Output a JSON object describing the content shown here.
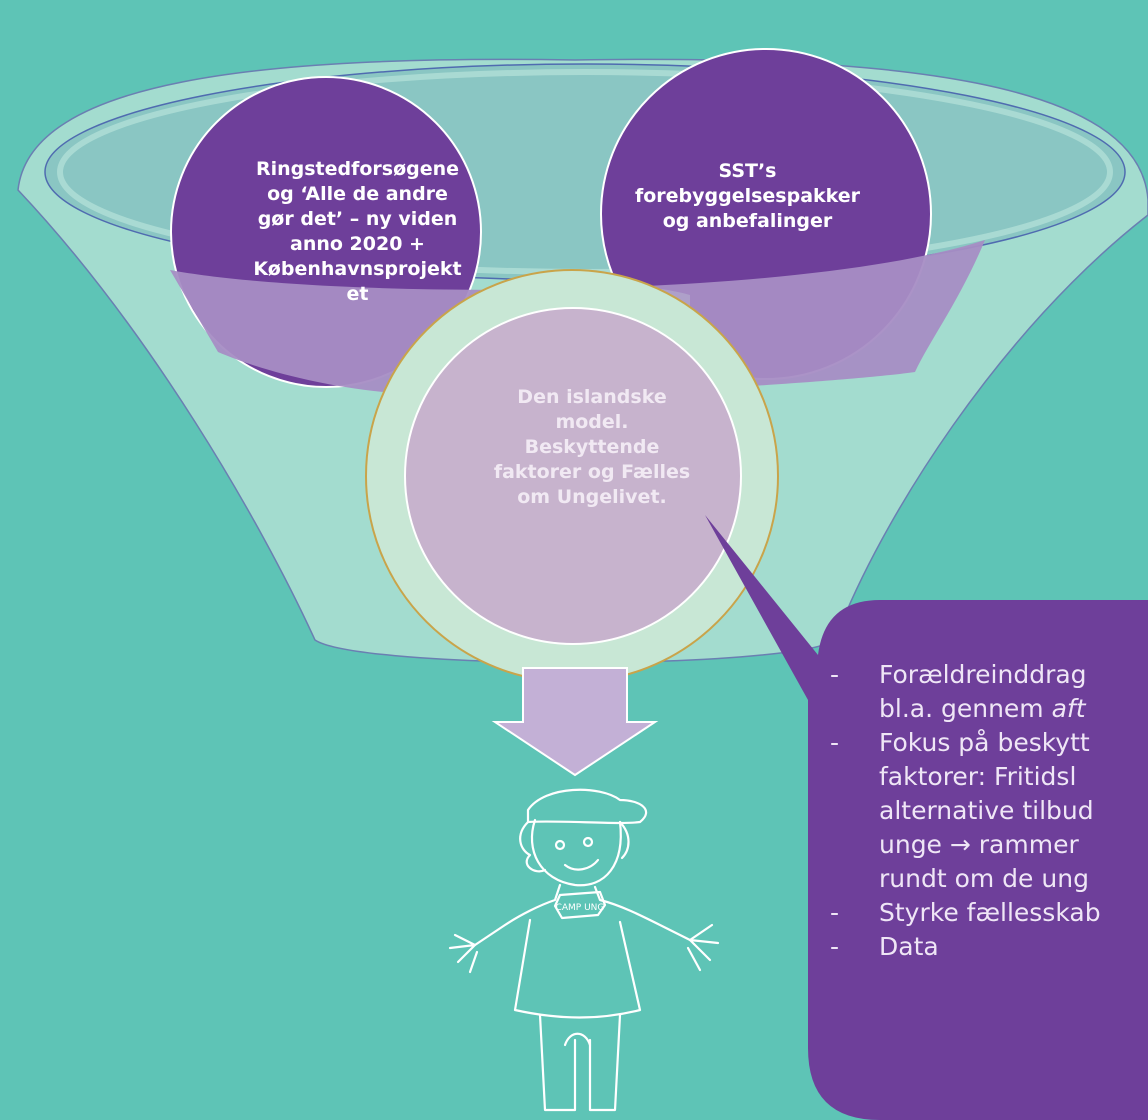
{
  "colors": {
    "background": "#5ec4b6",
    "funnel_rim": "#a3dccf",
    "funnel_inner": "#8ac6c3",
    "purple_dark": "#6e3f9a",
    "purple_light": "#a78dc4",
    "center_circle": "#c7b3cd",
    "center_ring": "#c8e7d5",
    "callout": "#6e3f9a",
    "arrow": "#c3b0d6"
  },
  "circles": {
    "left": "Ringstedforsøgene\nog ‘Alle de andre\ngør det’ – ny viden\nanno 2020 +\nKøbenhavnsprojekt\net",
    "right": "SST’s\nforebyggelsespakker\nog anbefalinger",
    "center": "Den islandske\nmodel.\nBeskyttende\nfaktorer og Fælles\nom Ungelivet."
  },
  "callout": {
    "items": [
      {
        "lines": [
          "Forældreinddrag",
          "bl.a. gennem "
        ],
        "italic_tail": "aft"
      },
      {
        "lines": [
          "Fokus på beskytt",
          "faktorer: Fritidsl",
          "alternative tilbud",
          "unge → rammer",
          "rundt om de ung"
        ]
      },
      {
        "lines": [
          "Styrke fællesskab"
        ]
      },
      {
        "lines": [
          "Data"
        ]
      }
    ]
  },
  "figure": {
    "shirt_text": "CAMP UNG",
    "icon": "camp-ung-figure-icon"
  }
}
